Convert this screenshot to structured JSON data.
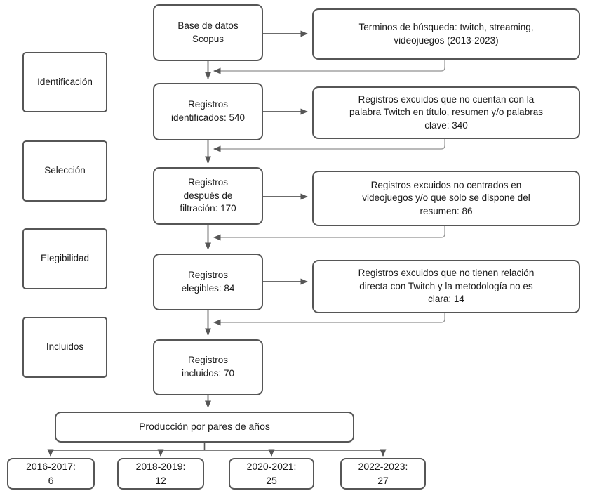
{
  "colors": {
    "background": "#ffffff",
    "border": "#565656",
    "arrow": "#565656",
    "feedback_line": "#919191",
    "text": "#1a1a1a"
  },
  "stages": [
    {
      "label": "Identificación"
    },
    {
      "label": "Selección"
    },
    {
      "label": "Elegibilidad"
    },
    {
      "label": "Incluidos"
    }
  ],
  "flow": [
    {
      "label": "Base de datos\nScopus"
    },
    {
      "label": "Registros\nidentificados: 540"
    },
    {
      "label": "Registros\ndespués de\nfiltración: 170"
    },
    {
      "label": "Registros\nelegibles: 84"
    },
    {
      "label": "Registros\nincluidos: 70"
    }
  ],
  "exclusions": [
    {
      "label": "Terminos de búsqueda: twitch, streaming,\nvideojuegos (2013-2023)"
    },
    {
      "label": "Registros excuidos que no cuentan con la\npalabra Twitch en título, resumen y/o palabras\nclave: 340"
    },
    {
      "label": "Registros excuidos no centrados en\nvideojuegos y/o que solo se dispone del\nresumen: 86"
    },
    {
      "label": "Registros excuidos que no tienen relación\ndirecta con Twitch y la metodología no es\nclara: 14"
    }
  ],
  "production": {
    "label": "Producción por pares de años"
  },
  "years": [
    {
      "label": "2016-2017:\n6"
    },
    {
      "label": "2018-2019:\n12"
    },
    {
      "label": "2020-2021:\n25"
    },
    {
      "label": "2022-2023:\n27"
    }
  ]
}
